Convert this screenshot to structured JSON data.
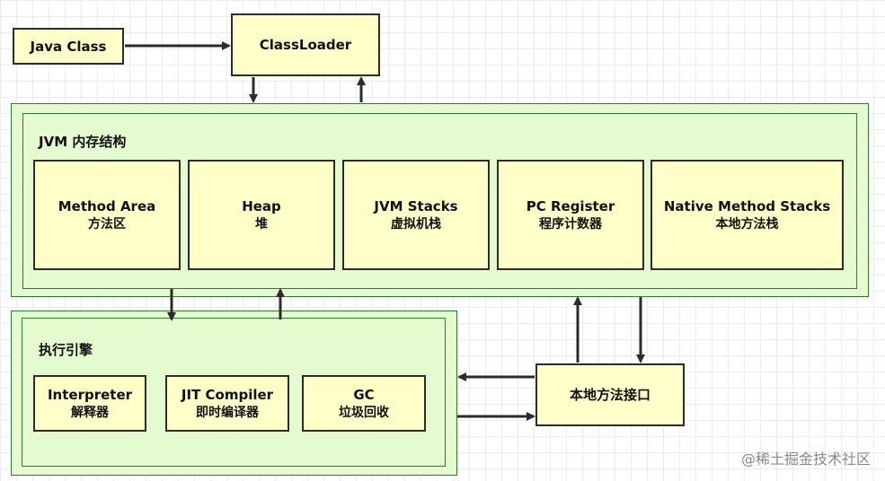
{
  "top": {
    "java_class": "Java Class",
    "classloader": "ClassLoader"
  },
  "jvm_memory": {
    "title": "JVM 内存结构",
    "areas": [
      {
        "en": "Method Area",
        "zh": "方法区"
      },
      {
        "en": "Heap",
        "zh": "堆"
      },
      {
        "en": "JVM Stacks",
        "zh": "虚拟机栈"
      },
      {
        "en": "PC Register",
        "zh": "程序计数器"
      },
      {
        "en": "Native Method Stacks",
        "zh": "本地方法栈"
      }
    ]
  },
  "execution_engine": {
    "title": "执行引擎",
    "parts": [
      {
        "en": "Interpreter",
        "zh": "解释器"
      },
      {
        "en": "JIT Compiler",
        "zh": "即时编译器"
      },
      {
        "en": "GC",
        "zh": "垃圾回收"
      }
    ]
  },
  "native_interface": "本地方法接口",
  "watermark": "@稀土掘金技术社区",
  "colors": {
    "box_fill": "#fefec8",
    "panel_fill": "#e4fbd0",
    "panel_border": "#2f7a2f",
    "arrow": "#2b2b2b"
  }
}
